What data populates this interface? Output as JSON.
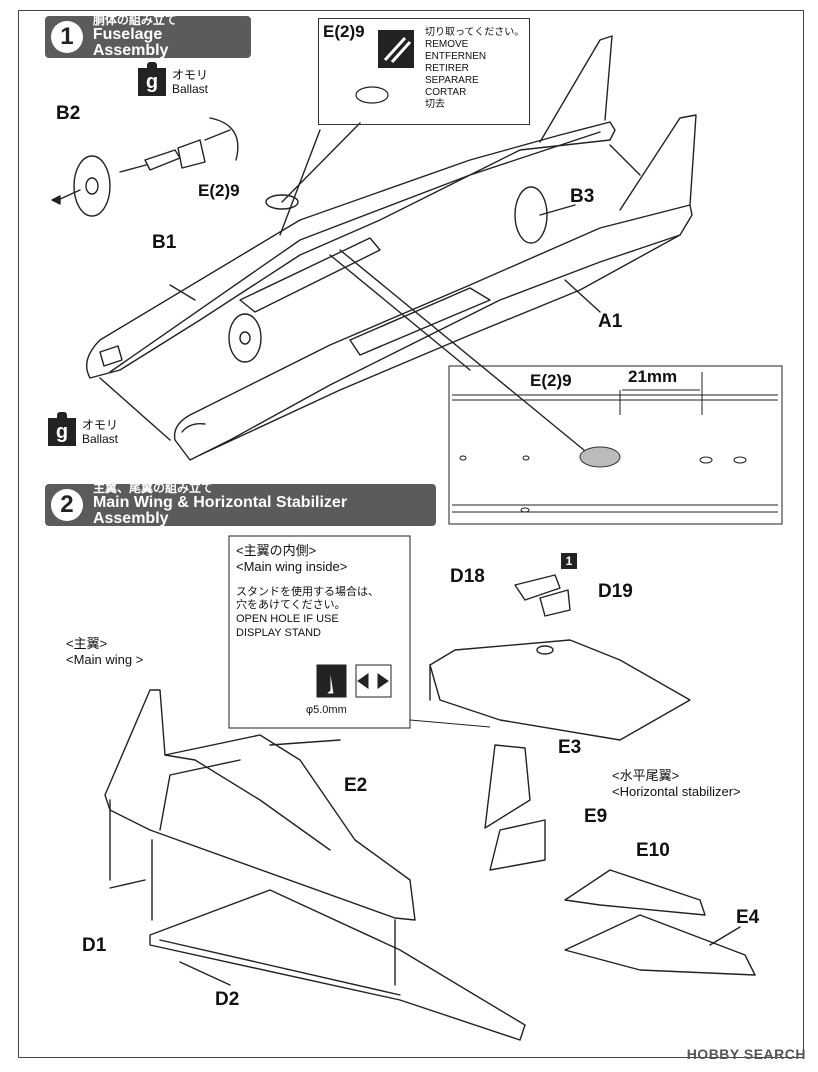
{
  "step1": {
    "number": "1",
    "title_jp": "胴体の組み立て",
    "title_en": "Fuselage Assembly"
  },
  "step2": {
    "number": "2",
    "title_jp": "主翼、尾翼の組み立て",
    "title_en": "Main Wing & Horizontal Stabilizer Assembly"
  },
  "ballast": {
    "icon": "g",
    "jp": "オモリ",
    "en": "Ballast"
  },
  "cut_box": {
    "part": "E(2)9",
    "instructions": [
      "切り取ってください。",
      "REMOVE",
      "ENTFERNEN",
      "RETIRER",
      "SEPARARE",
      "CORTAR",
      "切去"
    ]
  },
  "labels": {
    "b2": "B2",
    "b1": "B1",
    "b3": "B3",
    "a1": "A1",
    "e29_left": "E(2)9",
    "e29_detail": "E(2)9",
    "dim_21mm": "21mm",
    "d18": "D18",
    "d19": "D19",
    "step_badge": "1",
    "e2": "E2",
    "e3": "E3",
    "e9": "E9",
    "e10": "E10",
    "e4": "E4",
    "d1": "D1",
    "d2": "D2"
  },
  "main_wing_inside": {
    "title_jp": "<主翼の内側>",
    "title_en": "<Main wing inside>",
    "note_jp1": "スタンドを使用する場合は、",
    "note_jp2": "穴をあけてください。",
    "note_en1": "OPEN HOLE IF USE",
    "note_en2": "DISPLAY STAND",
    "drill": "φ5.0mm"
  },
  "main_wing": {
    "title_jp": "<主翼>",
    "title_en": "<Main wing >"
  },
  "h_stab": {
    "title_jp": "<水平尾翼>",
    "title_en": "<Horizontal stabilizer>"
  },
  "watermark": "HOBBY SEARCH"
}
